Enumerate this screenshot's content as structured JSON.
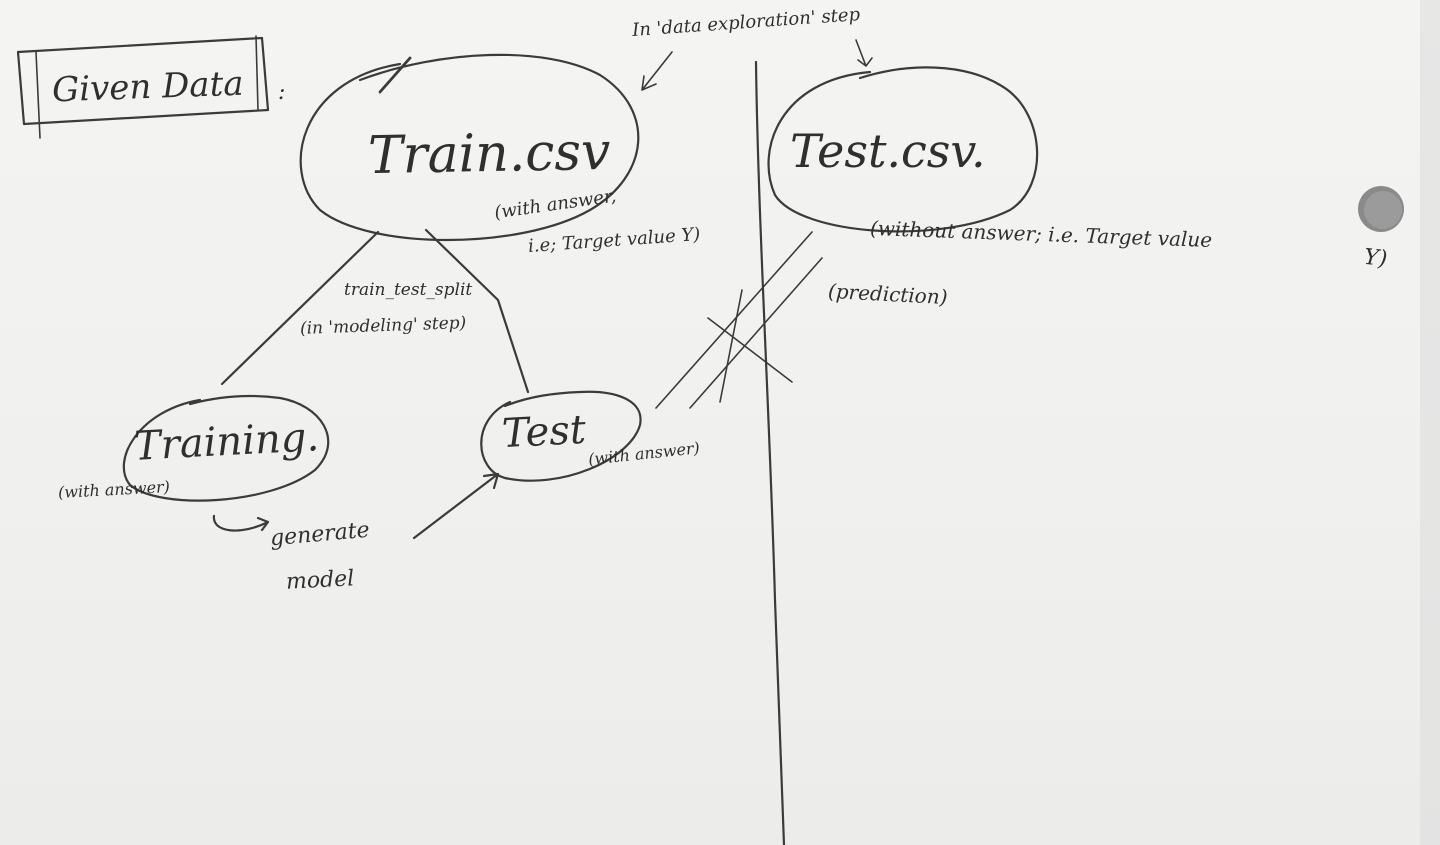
{
  "header": {
    "given_data": "Given Data",
    "colon": ":"
  },
  "nodes": {
    "train_csv": "Train.csv",
    "test_csv": "Test.csv.",
    "training": "Training.",
    "test": "Test"
  },
  "annotations": {
    "data_exploration": "In 'data exploration' step",
    "train_with_answer": "(with answer,",
    "train_target": "i.e; Target value Y)",
    "test_without_answer": "(without answer; i.e. Target value",
    "test_target_y": "Y)",
    "prediction": "(prediction)",
    "split_function": "train_test_split",
    "modeling_step": "(in 'modeling' step)",
    "training_with_answer": "(with answer)",
    "test_with_answer": "(with answer)",
    "generate": "generate",
    "model": "model"
  },
  "colors": {
    "paper": "#f2f2f0",
    "ink": "#3b3b3b"
  }
}
